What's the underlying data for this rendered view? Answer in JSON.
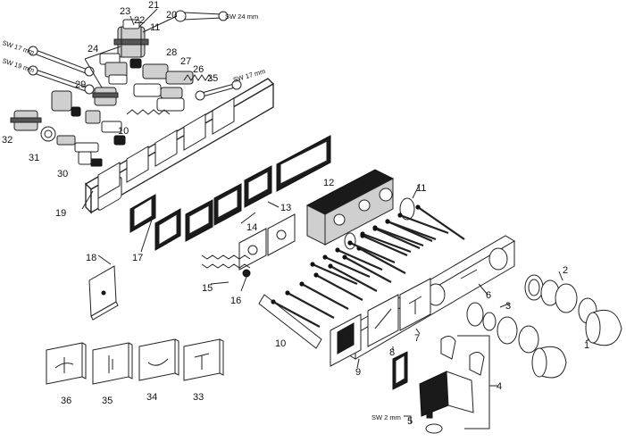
{
  "callouts": {
    "c1": "1",
    "c2": "2",
    "c3": "3",
    "c4": "4",
    "c5": "5",
    "c6": "6",
    "c7": "7",
    "c8": "8",
    "c9": "9",
    "c10a": "10",
    "c10b": "10",
    "c11a": "11",
    "c11b": "11",
    "c12": "12",
    "c13": "13",
    "c14": "14",
    "c15": "15",
    "c16": "16",
    "c17": "17",
    "c18": "18",
    "c19": "19",
    "c20": "20",
    "c21": "21",
    "c22": "22",
    "c23": "23",
    "c24": "24",
    "c25": "25",
    "c26": "26",
    "c27": "27",
    "c28": "28",
    "c29": "29",
    "c30": "30",
    "c31": "31",
    "c32": "32",
    "c33": "33",
    "c34": "34",
    "c35": "35",
    "c36": "36"
  },
  "wrench_labels": {
    "sw24": "SW 24 mm",
    "sw17a": "SW 17 mm",
    "sw19": "SW 19 mm",
    "sw17b": "SW 17 mm",
    "sw2": "SW 2 mm"
  }
}
